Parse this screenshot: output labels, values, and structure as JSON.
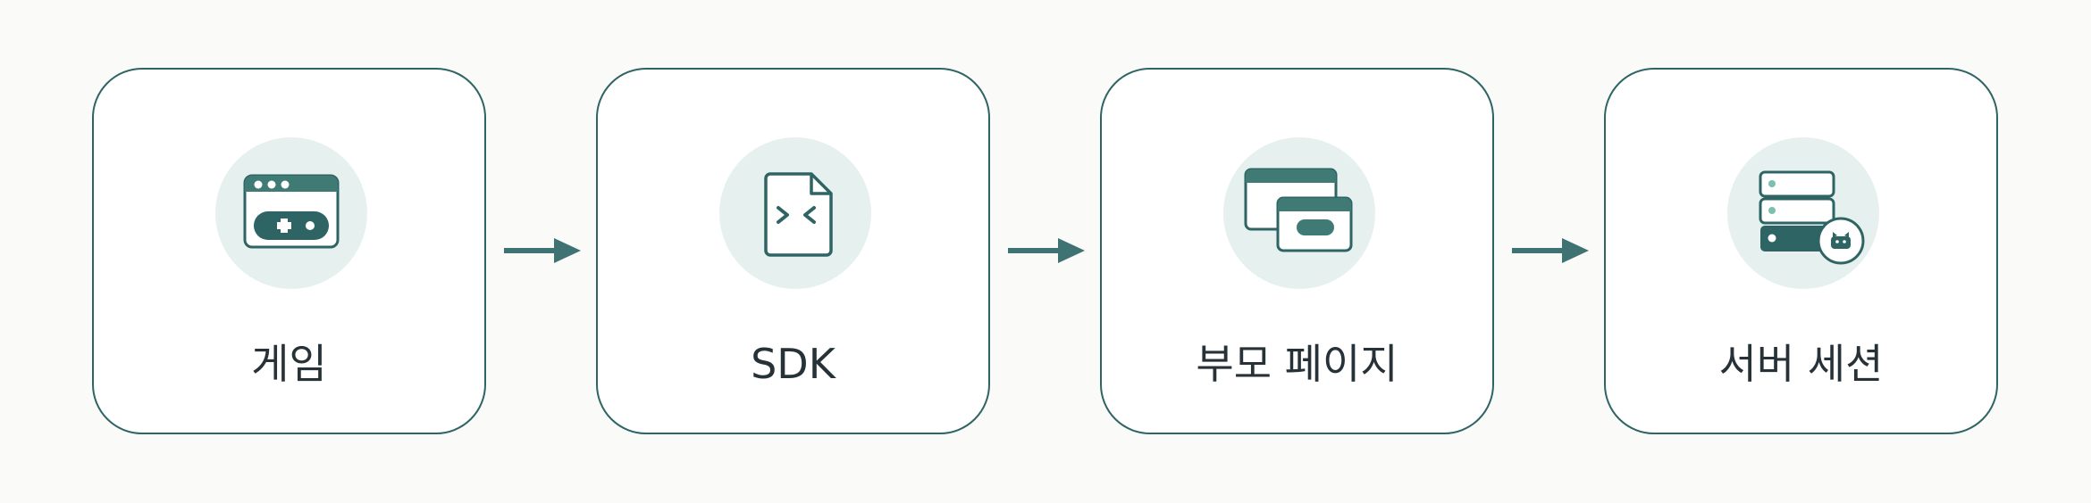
{
  "steps": [
    {
      "label": "게임",
      "icon": "game-window-icon"
    },
    {
      "label": "SDK",
      "icon": "code-file-icon"
    },
    {
      "label": "부모 페이지",
      "icon": "browser-windows-icon"
    },
    {
      "label": "서버 세션",
      "icon": "server-stack-icon"
    }
  ],
  "colors": {
    "border": "#2f6464",
    "icon_dark": "#2f6464",
    "icon_mid": "#3f7b74",
    "circle_bg": "#e6f1ef",
    "arrow": "#3f7373",
    "text": "#263238",
    "page_bg": "#fafaf8"
  }
}
